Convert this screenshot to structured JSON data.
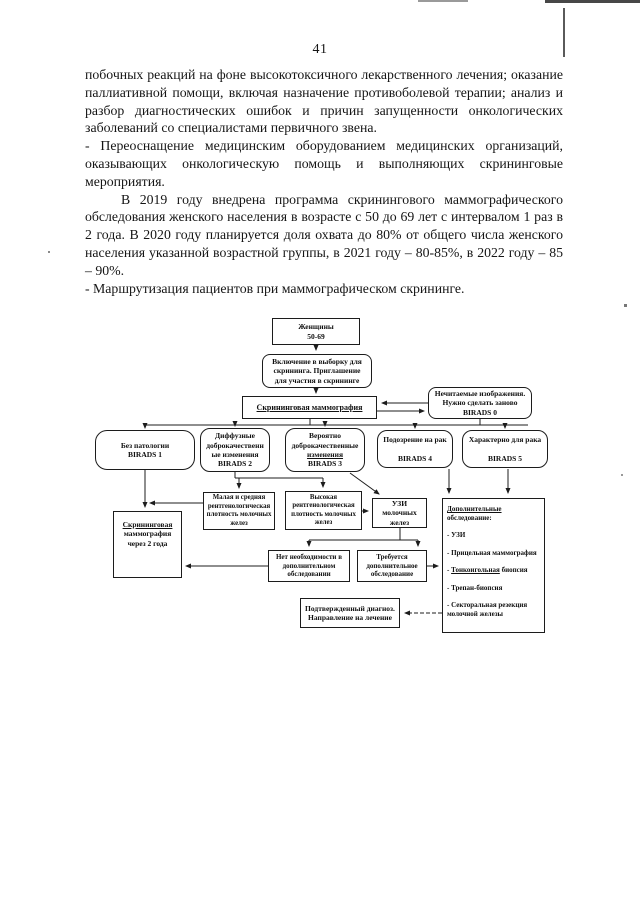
{
  "page": {
    "number": "41"
  },
  "document": {
    "paragraphs": [
      {
        "text": "побочных реакций на фоне высокотоксичного лекарственного лечения; оказание паллиативной помощи, включая назначение противоболевой терапии; анализ и разбор диагностических ошибок и причин запущенности онкологических заболеваний со специалистами первичного звена."
      },
      {
        "text": "- Переоснащение медицинским оборудованием медицинских организаций, оказывающих онкологическую помощь и выполняющих скрининговые мероприятия."
      },
      {
        "text": "В 2019 году внедрена программа скринингового маммографического обследования женского населения в возрасте с 50 до 69 лет с интервалом 1 раз в 2 года. В 2020 году планируется доля охвата до 80% от общего числа женского населения указанной возрастной группы, в 2021 году – 80-85%, в 2022 году – 85 – 90%."
      },
      {
        "text": "- Маршрутизация пациентов при маммографическом скрининге."
      }
    ]
  },
  "flowchart": {
    "women": {
      "lines": [
        [
          "Женщины"
        ],
        [
          "50-69"
        ]
      ]
    },
    "include": {
      "lines": [
        [
          "Включение в выборку для"
        ],
        [
          "скрининга. Приглашение"
        ],
        [
          "для участия в скрининге"
        ]
      ]
    },
    "screening": {
      "lines": [
        [
          {
            "t": "Скрининговая маммография",
            "u": true
          }
        ]
      ]
    },
    "unreadable": {
      "lines": [
        [
          "Нечитаемые изображения."
        ],
        [
          "Нужно сделать заново"
        ],
        [
          "BIRADS 0"
        ]
      ]
    },
    "birads1": {
      "lines": [
        [
          "Без патологии"
        ],
        [
          "BIRADS 1"
        ]
      ]
    },
    "birads2": {
      "lines": [
        [
          "Диффузные"
        ],
        [
          "доброкачественн"
        ],
        [
          "ые изменения"
        ],
        [
          "BIRADS 2"
        ]
      ]
    },
    "birads3": {
      "lines": [
        [
          "Вероятно"
        ],
        [
          "доброкачественные"
        ],
        [
          {
            "t": "изменения",
            "u": true
          }
        ],
        [
          "BIRADS 3"
        ]
      ]
    },
    "birads4": {
      "lines": [
        [
          "Подозрение на рак"
        ],
        [],
        [
          "BIRADS 4"
        ]
      ]
    },
    "birads5": {
      "lines": [
        [
          "Характерно для рака"
        ],
        [],
        [
          "BIRADS 5"
        ]
      ]
    },
    "screening2": {
      "lines": [
        [
          {
            "t": "Скрининговая",
            "u": true
          }
        ],
        [
          "маммография"
        ],
        [
          "через 2 года"
        ]
      ]
    },
    "low_density": {
      "lines": [
        [
          "Малая и средняя"
        ],
        [
          "рентгенологическая"
        ],
        [
          "плотность молочных"
        ],
        [
          "желез"
        ]
      ]
    },
    "high_density": {
      "lines": [
        [
          "Высокая"
        ],
        [
          "рентгенологическая"
        ],
        [
          "плотность молочных"
        ],
        [
          "желез"
        ]
      ]
    },
    "uzi": {
      "lines": [
        [
          "УЗИ"
        ],
        [
          "молочных"
        ],
        [
          "желез"
        ]
      ]
    },
    "additional": {
      "lines": [
        [
          {
            "t": "Дополнительные",
            "u": true
          }
        ],
        [
          "обследование:"
        ],
        [],
        [
          "- УЗИ"
        ],
        [],
        [
          "- Прицельная маммография"
        ],
        [],
        [
          "- ",
          {
            "t": "Тонкоигольная",
            "u": true
          },
          " биопсия"
        ],
        [],
        [
          "- Трепан-биопсия"
        ],
        [],
        [
          "- Секторальная резекция"
        ],
        [
          "молочной железы"
        ]
      ]
    },
    "no_need": {
      "lines": [
        [
          "Нет необходимости в"
        ],
        [
          "дополнительном"
        ],
        [
          "обследовании"
        ]
      ]
    },
    "need_more": {
      "lines": [
        [
          "Требуется"
        ],
        [
          "дополнительное"
        ],
        [
          "обследование"
        ]
      ]
    },
    "confirmed": {
      "lines": [
        [
          "Подтвержденный диагноз."
        ],
        [
          "Направление на лечение"
        ]
      ]
    }
  }
}
